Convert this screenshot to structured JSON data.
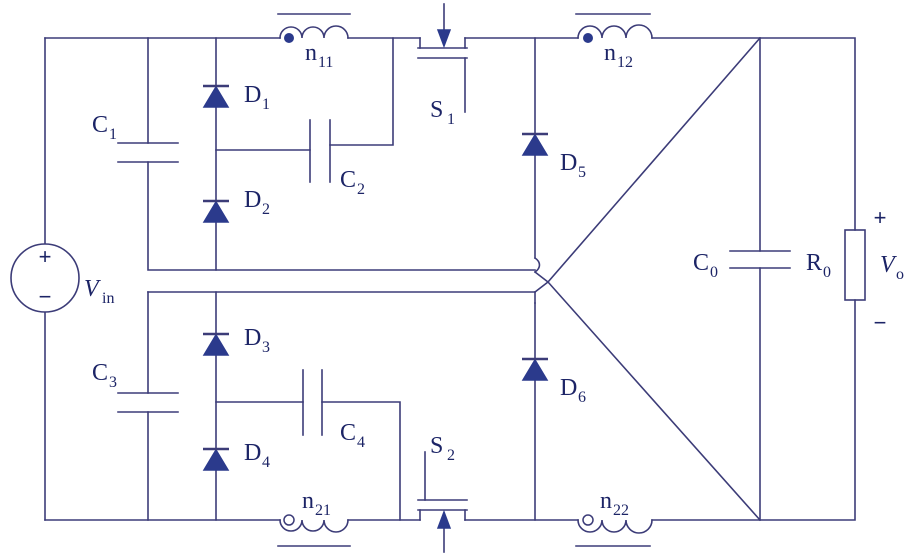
{
  "source": {
    "plus": "+",
    "minus": "−",
    "label": "V",
    "label_sub": "in"
  },
  "capacitors": {
    "C1": {
      "main": "C",
      "sub": "1"
    },
    "C2": {
      "main": "C",
      "sub": "2"
    },
    "C3": {
      "main": "C",
      "sub": "3"
    },
    "C4": {
      "main": "C",
      "sub": "4"
    },
    "C0": {
      "main": "C",
      "sub": "0"
    }
  },
  "diodes": {
    "D1": {
      "main": "D",
      "sub": "1"
    },
    "D2": {
      "main": "D",
      "sub": "2"
    },
    "D3": {
      "main": "D",
      "sub": "3"
    },
    "D4": {
      "main": "D",
      "sub": "4"
    },
    "D5": {
      "main": "D",
      "sub": "5"
    },
    "D6": {
      "main": "D",
      "sub": "6"
    }
  },
  "windings": {
    "n11": {
      "main": "n",
      "sub": "11"
    },
    "n12": {
      "main": "n",
      "sub": "12"
    },
    "n21": {
      "main": "n",
      "sub": "21"
    },
    "n22": {
      "main": "n",
      "sub": "22"
    }
  },
  "switches": {
    "S1": {
      "main": "S",
      "sub": "1"
    },
    "S2": {
      "main": "S",
      "sub": "2"
    }
  },
  "load": {
    "main": "R",
    "sub": "0"
  },
  "output": {
    "plus": "+",
    "minus": "−",
    "label": "V",
    "label_sub": "o"
  },
  "colors": {
    "wire": "#3c3c78",
    "diode": "#2b3a8c",
    "text": "#1c2466"
  }
}
